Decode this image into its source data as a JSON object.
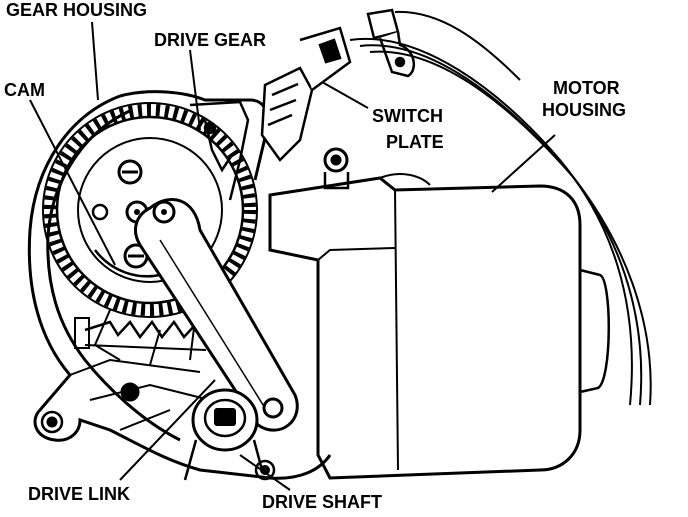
{
  "diagram": {
    "labels": {
      "gear_housing": "GEAR HOUSING",
      "drive_gear": "DRIVE GEAR",
      "cam": "CAM",
      "motor_housing_line1": "MOTOR",
      "motor_housing_line2": "HOUSING",
      "switch_plate_line1": "SWITCH",
      "switch_plate_line2": "PLATE",
      "drive_link": "DRIVE LINK",
      "drive_shaft": "DRIVE SHAFT"
    }
  }
}
